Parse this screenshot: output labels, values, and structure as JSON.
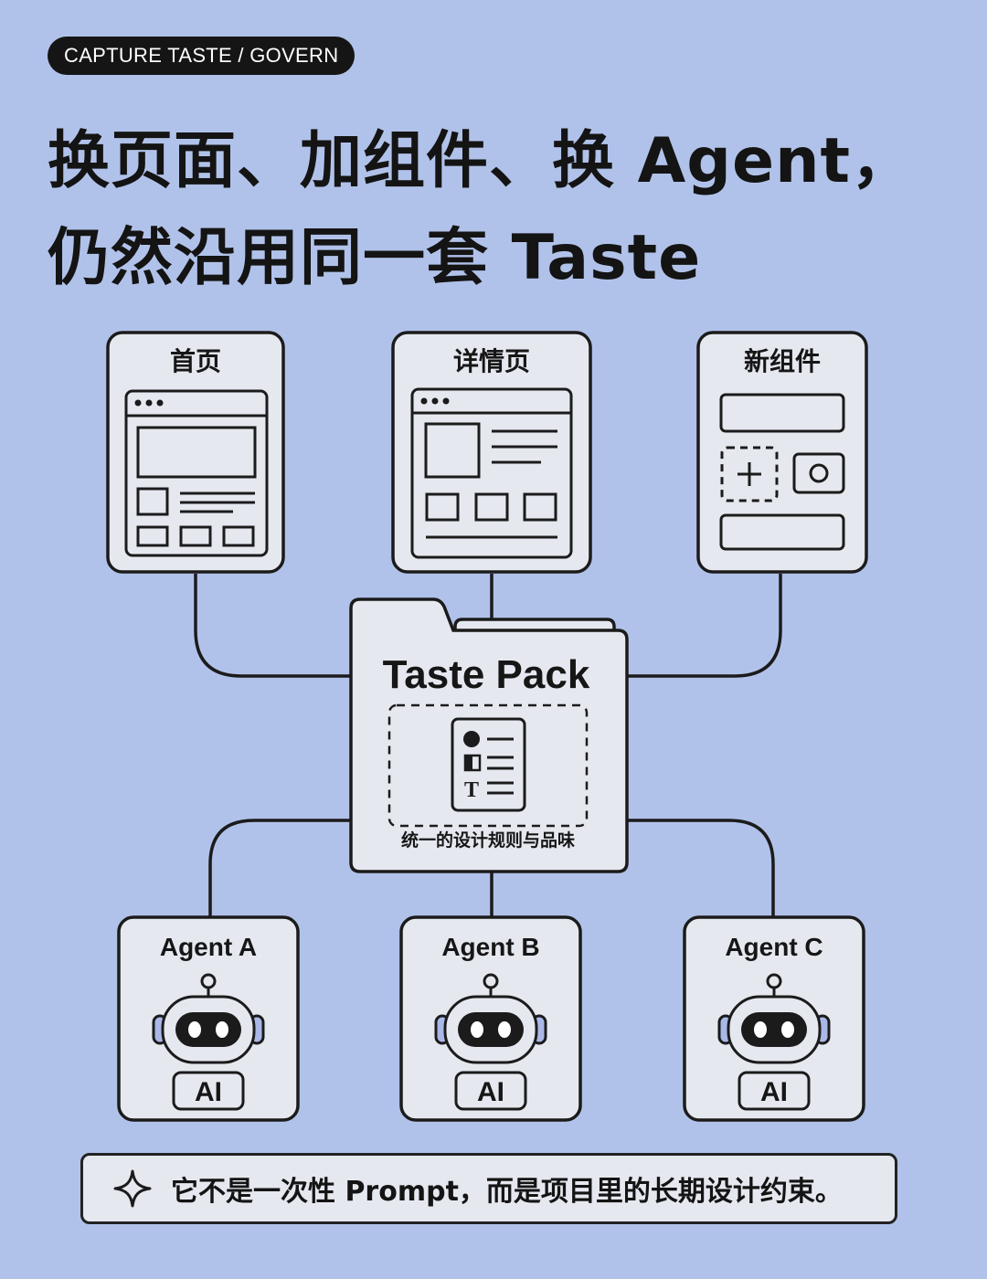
{
  "tag": "CAPTURE TASTE / GOVERN",
  "headline": {
    "line1": "换页面、加组件、换 Agent，",
    "line2": "仍然沿用同一套 Taste"
  },
  "pages": [
    {
      "title": "首页",
      "icon": "homepage-wireframe-icon"
    },
    {
      "title": "详情页",
      "icon": "detail-page-wireframe-icon"
    },
    {
      "title": "新组件",
      "icon": "new-component-wireframe-icon"
    }
  ],
  "taste_pack": {
    "title": "Taste Pack",
    "caption": "统一的设计规则与品味",
    "icon": "style-guide-document-icon",
    "doc_glyph": "T"
  },
  "agents": [
    {
      "title": "Agent A",
      "badge": "AI",
      "icon": "robot-icon"
    },
    {
      "title": "Agent B",
      "badge": "AI",
      "icon": "robot-icon"
    },
    {
      "title": "Agent C",
      "badge": "AI",
      "icon": "robot-icon"
    }
  ],
  "note": {
    "text": "它不是一次性 Prompt，而是项目里的长期设计约束。",
    "icon": "sparkle-icon"
  },
  "colors": {
    "background": "#b1c2ea",
    "card": "#e6e8f0",
    "stroke": "#1b1b1b",
    "tag_bg": "#151515",
    "robot_accent": "#aab8e8"
  }
}
